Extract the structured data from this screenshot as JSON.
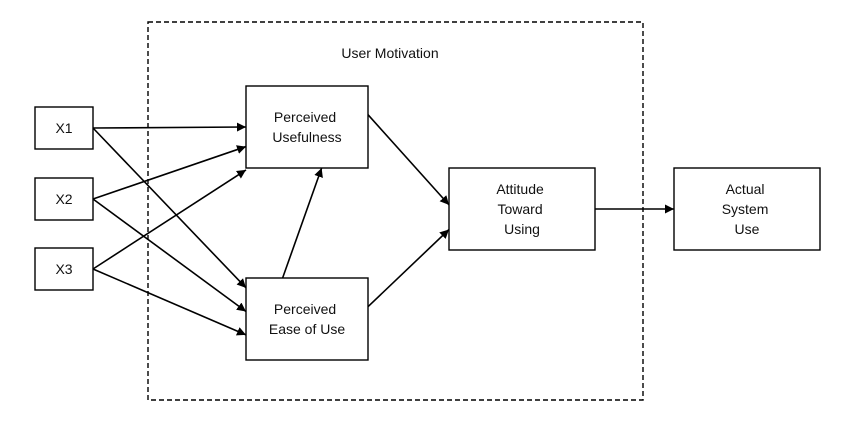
{
  "boundary_label": "User Motivation",
  "nodes": {
    "x1": [
      "X1"
    ],
    "x2": [
      "X2"
    ],
    "x3": [
      "X3"
    ],
    "perceived_usefulness": [
      "Perceived",
      "Usefulness"
    ],
    "perceived_ease_of_use": [
      "Perceived",
      "Ease of Use"
    ],
    "attitude_toward_using": [
      "Attitude",
      "Toward",
      "Using"
    ],
    "actual_system_use": [
      "Actual",
      "System",
      "Use"
    ]
  },
  "edges": [
    {
      "from": "x1",
      "to": "perceived_usefulness"
    },
    {
      "from": "x1",
      "to": "perceived_ease_of_use"
    },
    {
      "from": "x2",
      "to": "perceived_usefulness"
    },
    {
      "from": "x2",
      "to": "perceived_ease_of_use"
    },
    {
      "from": "x3",
      "to": "perceived_usefulness"
    },
    {
      "from": "x3",
      "to": "perceived_ease_of_use"
    },
    {
      "from": "perceived_ease_of_use",
      "to": "perceived_usefulness"
    },
    {
      "from": "perceived_usefulness",
      "to": "attitude_toward_using"
    },
    {
      "from": "perceived_ease_of_use",
      "to": "attitude_toward_using"
    },
    {
      "from": "attitude_toward_using",
      "to": "actual_system_use"
    }
  ]
}
